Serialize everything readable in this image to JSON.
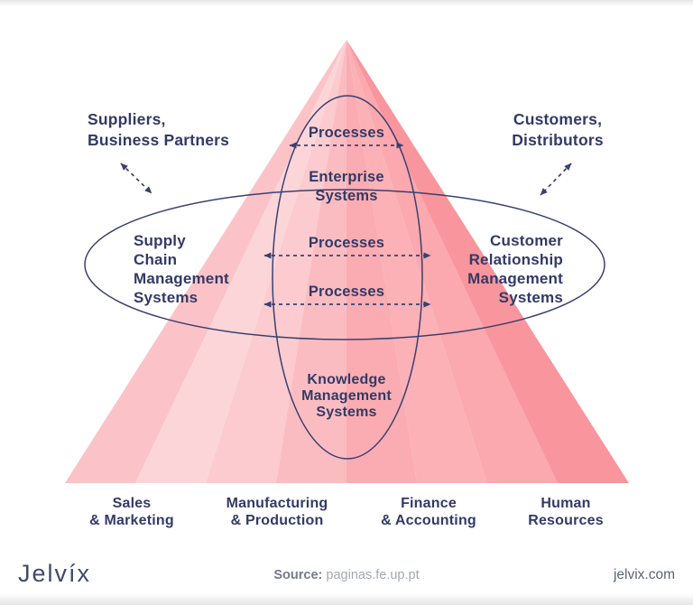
{
  "colors": {
    "text_navy": "#333A66",
    "stroke_navy": "#3A4070",
    "pyramid_rays": [
      "#FBC3C8",
      "#FCD5D8",
      "#FCCBCF",
      "#FBBCC1",
      "#FAACB2",
      "#FBB1B6",
      "#FBA8AE",
      "#F9959C"
    ]
  },
  "diagram": {
    "top_left": {
      "line1": "Suppliers,",
      "line2": "Business Partners"
    },
    "top_right": {
      "line1": "Customers,",
      "line2": "Distributors"
    },
    "apex_process": "Processes",
    "enterprise": {
      "line1": "Enterprise",
      "line2": "Systems"
    },
    "mid_process_1": "Processes",
    "mid_process_2": "Processes",
    "scm": {
      "line1": "Supply",
      "line2": "Chain",
      "line3": "Management",
      "line4": "Systems"
    },
    "crm": {
      "line1": "Customer",
      "line2": "Relationship",
      "line3": "Management",
      "line4": "Systems"
    },
    "kms": {
      "line1": "Knowledge",
      "line2": "Management",
      "line3": "Systems"
    },
    "base_labels": [
      {
        "line1": "Sales",
        "line2": "& Marketing"
      },
      {
        "line1": "Manufacturing",
        "line2": "& Production"
      },
      {
        "line1": "Finance",
        "line2": "& Accounting"
      },
      {
        "line1": "Human",
        "line2": "Resources"
      }
    ]
  },
  "footer": {
    "brand": "Jelvíx",
    "source_label": "Source:",
    "source_value": " paginas.fe.up.pt",
    "site": "jelvix.com"
  }
}
